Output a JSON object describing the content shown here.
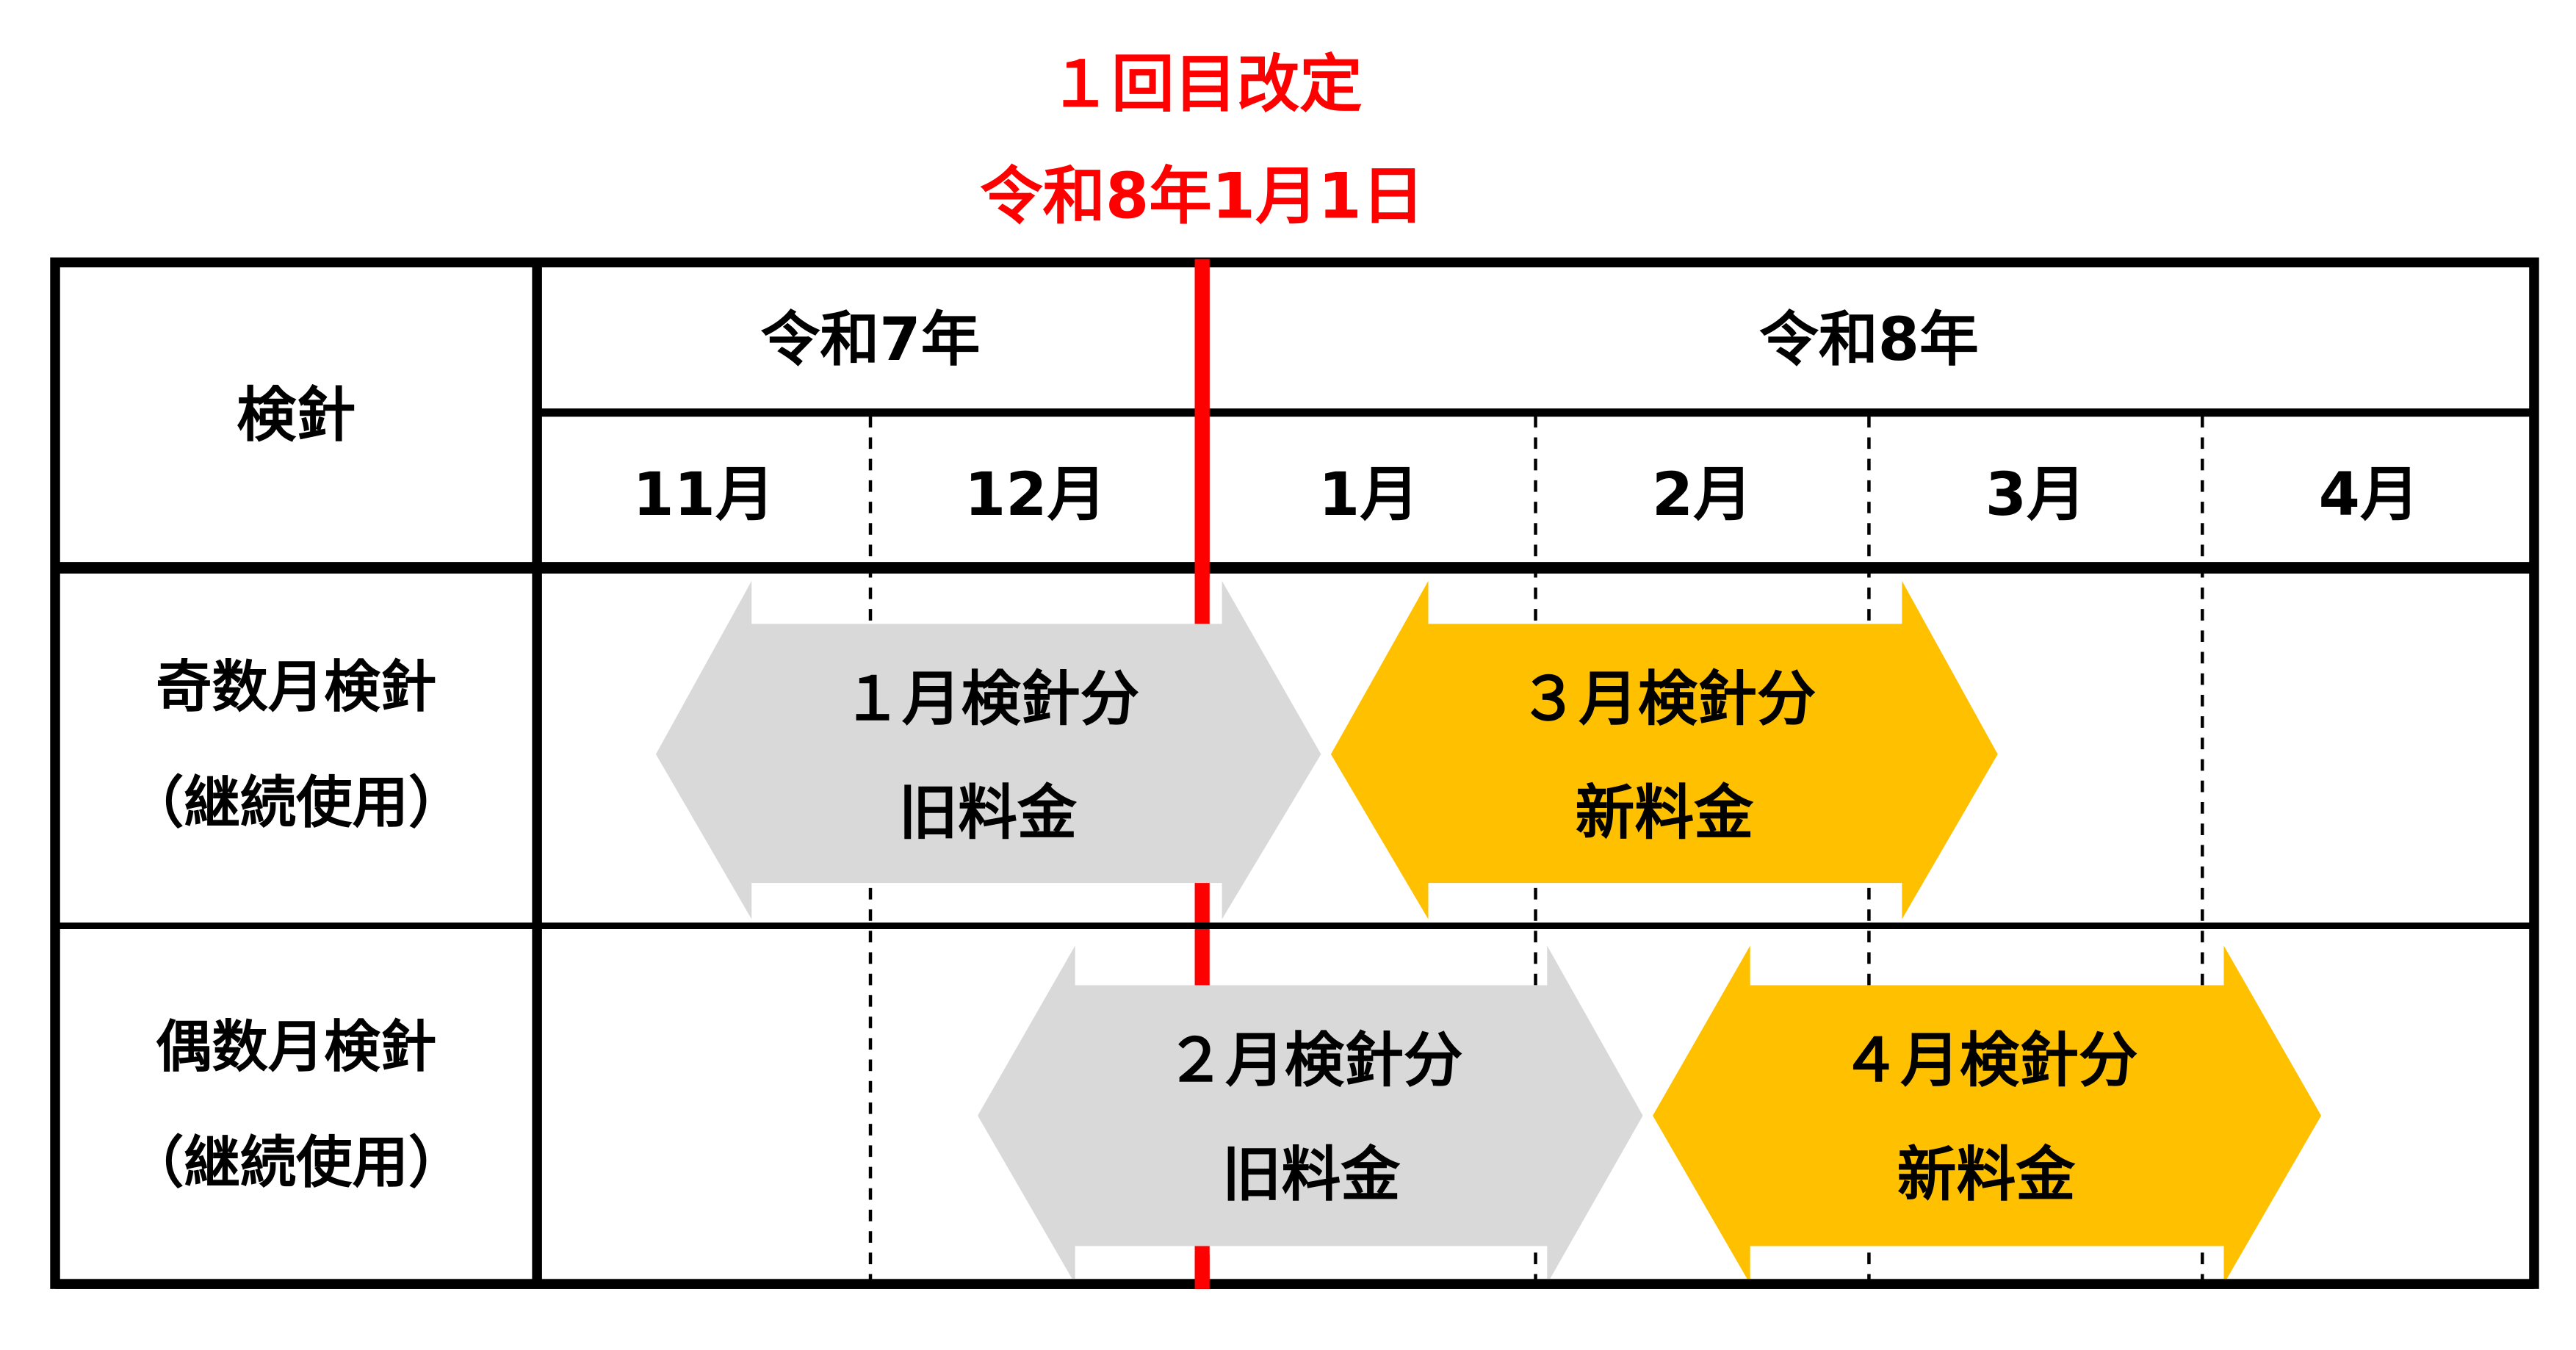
{
  "colors": {
    "revision_red": "#FF0000",
    "old_rate_gray": "#D9D9D9",
    "new_rate_yellow": "#FFC000",
    "border_black": "#000000"
  },
  "revision": {
    "title": "１回目改定",
    "date": "令和8年1月1日"
  },
  "table": {
    "corner_label": "検針",
    "years": [
      {
        "label": "令和7年"
      },
      {
        "label": "令和8年"
      }
    ],
    "months": [
      {
        "label": "11月"
      },
      {
        "label": "12月"
      },
      {
        "label": "1月"
      },
      {
        "label": "2月"
      },
      {
        "label": "3月"
      },
      {
        "label": "4月"
      }
    ],
    "rows": [
      {
        "label_line1": "奇数月検針",
        "label_line2": "（継続使用）",
        "arrows": [
          {
            "line1": "１月検針分",
            "line2": "旧料金",
            "type": "old"
          },
          {
            "line1": "３月検針分",
            "line2": "新料金",
            "type": "new"
          }
        ]
      },
      {
        "label_line1": "偶数月検針",
        "label_line2": "（継続使用）",
        "arrows": [
          {
            "line1": "２月検針分",
            "line2": "旧料金",
            "type": "old"
          },
          {
            "line1": "４月検針分",
            "line2": "新料金",
            "type": "new"
          }
        ]
      }
    ]
  }
}
